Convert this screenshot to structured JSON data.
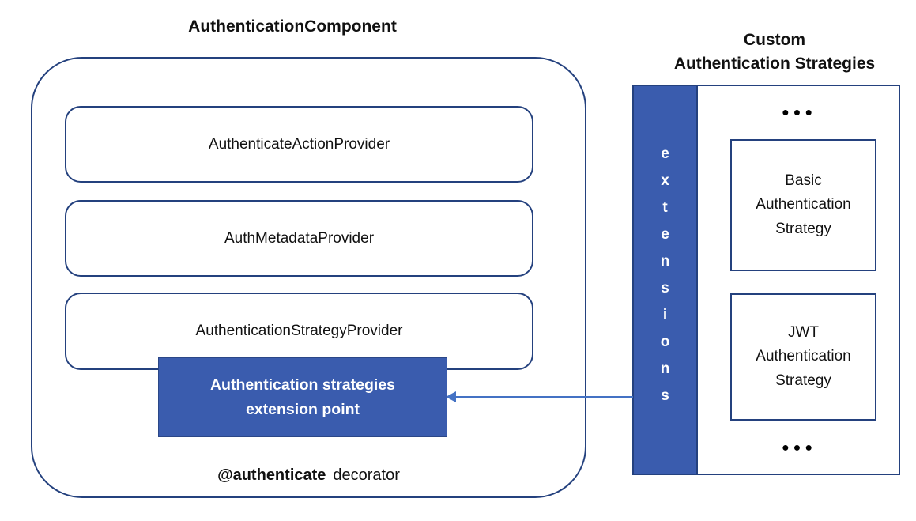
{
  "component": {
    "title": "AuthenticationComponent",
    "providers": [
      "AuthenticateActionProvider",
      "AuthMetadataProvider",
      "AuthenticationStrategyProvider"
    ],
    "extension_point_label": "Authentication strategies\nextension point",
    "decorator_bold": "@authenticate",
    "decorator_rest": "decorator"
  },
  "custom_strategies": {
    "title": "Custom\nAuthentication Strategies",
    "extensions_label": "extensions",
    "ellipsis_top": "●●●",
    "ellipsis_bottom": "●●●",
    "strategies": [
      "Basic\nAuthentication\nStrategy",
      "JWT\nAuthentication\nStrategy"
    ]
  },
  "colors": {
    "outline_navy": "#24417e",
    "fill_blue": "#3a5cae",
    "arrow_blue": "#4472c4",
    "text_black": "#111111",
    "text_white": "#ffffff"
  }
}
